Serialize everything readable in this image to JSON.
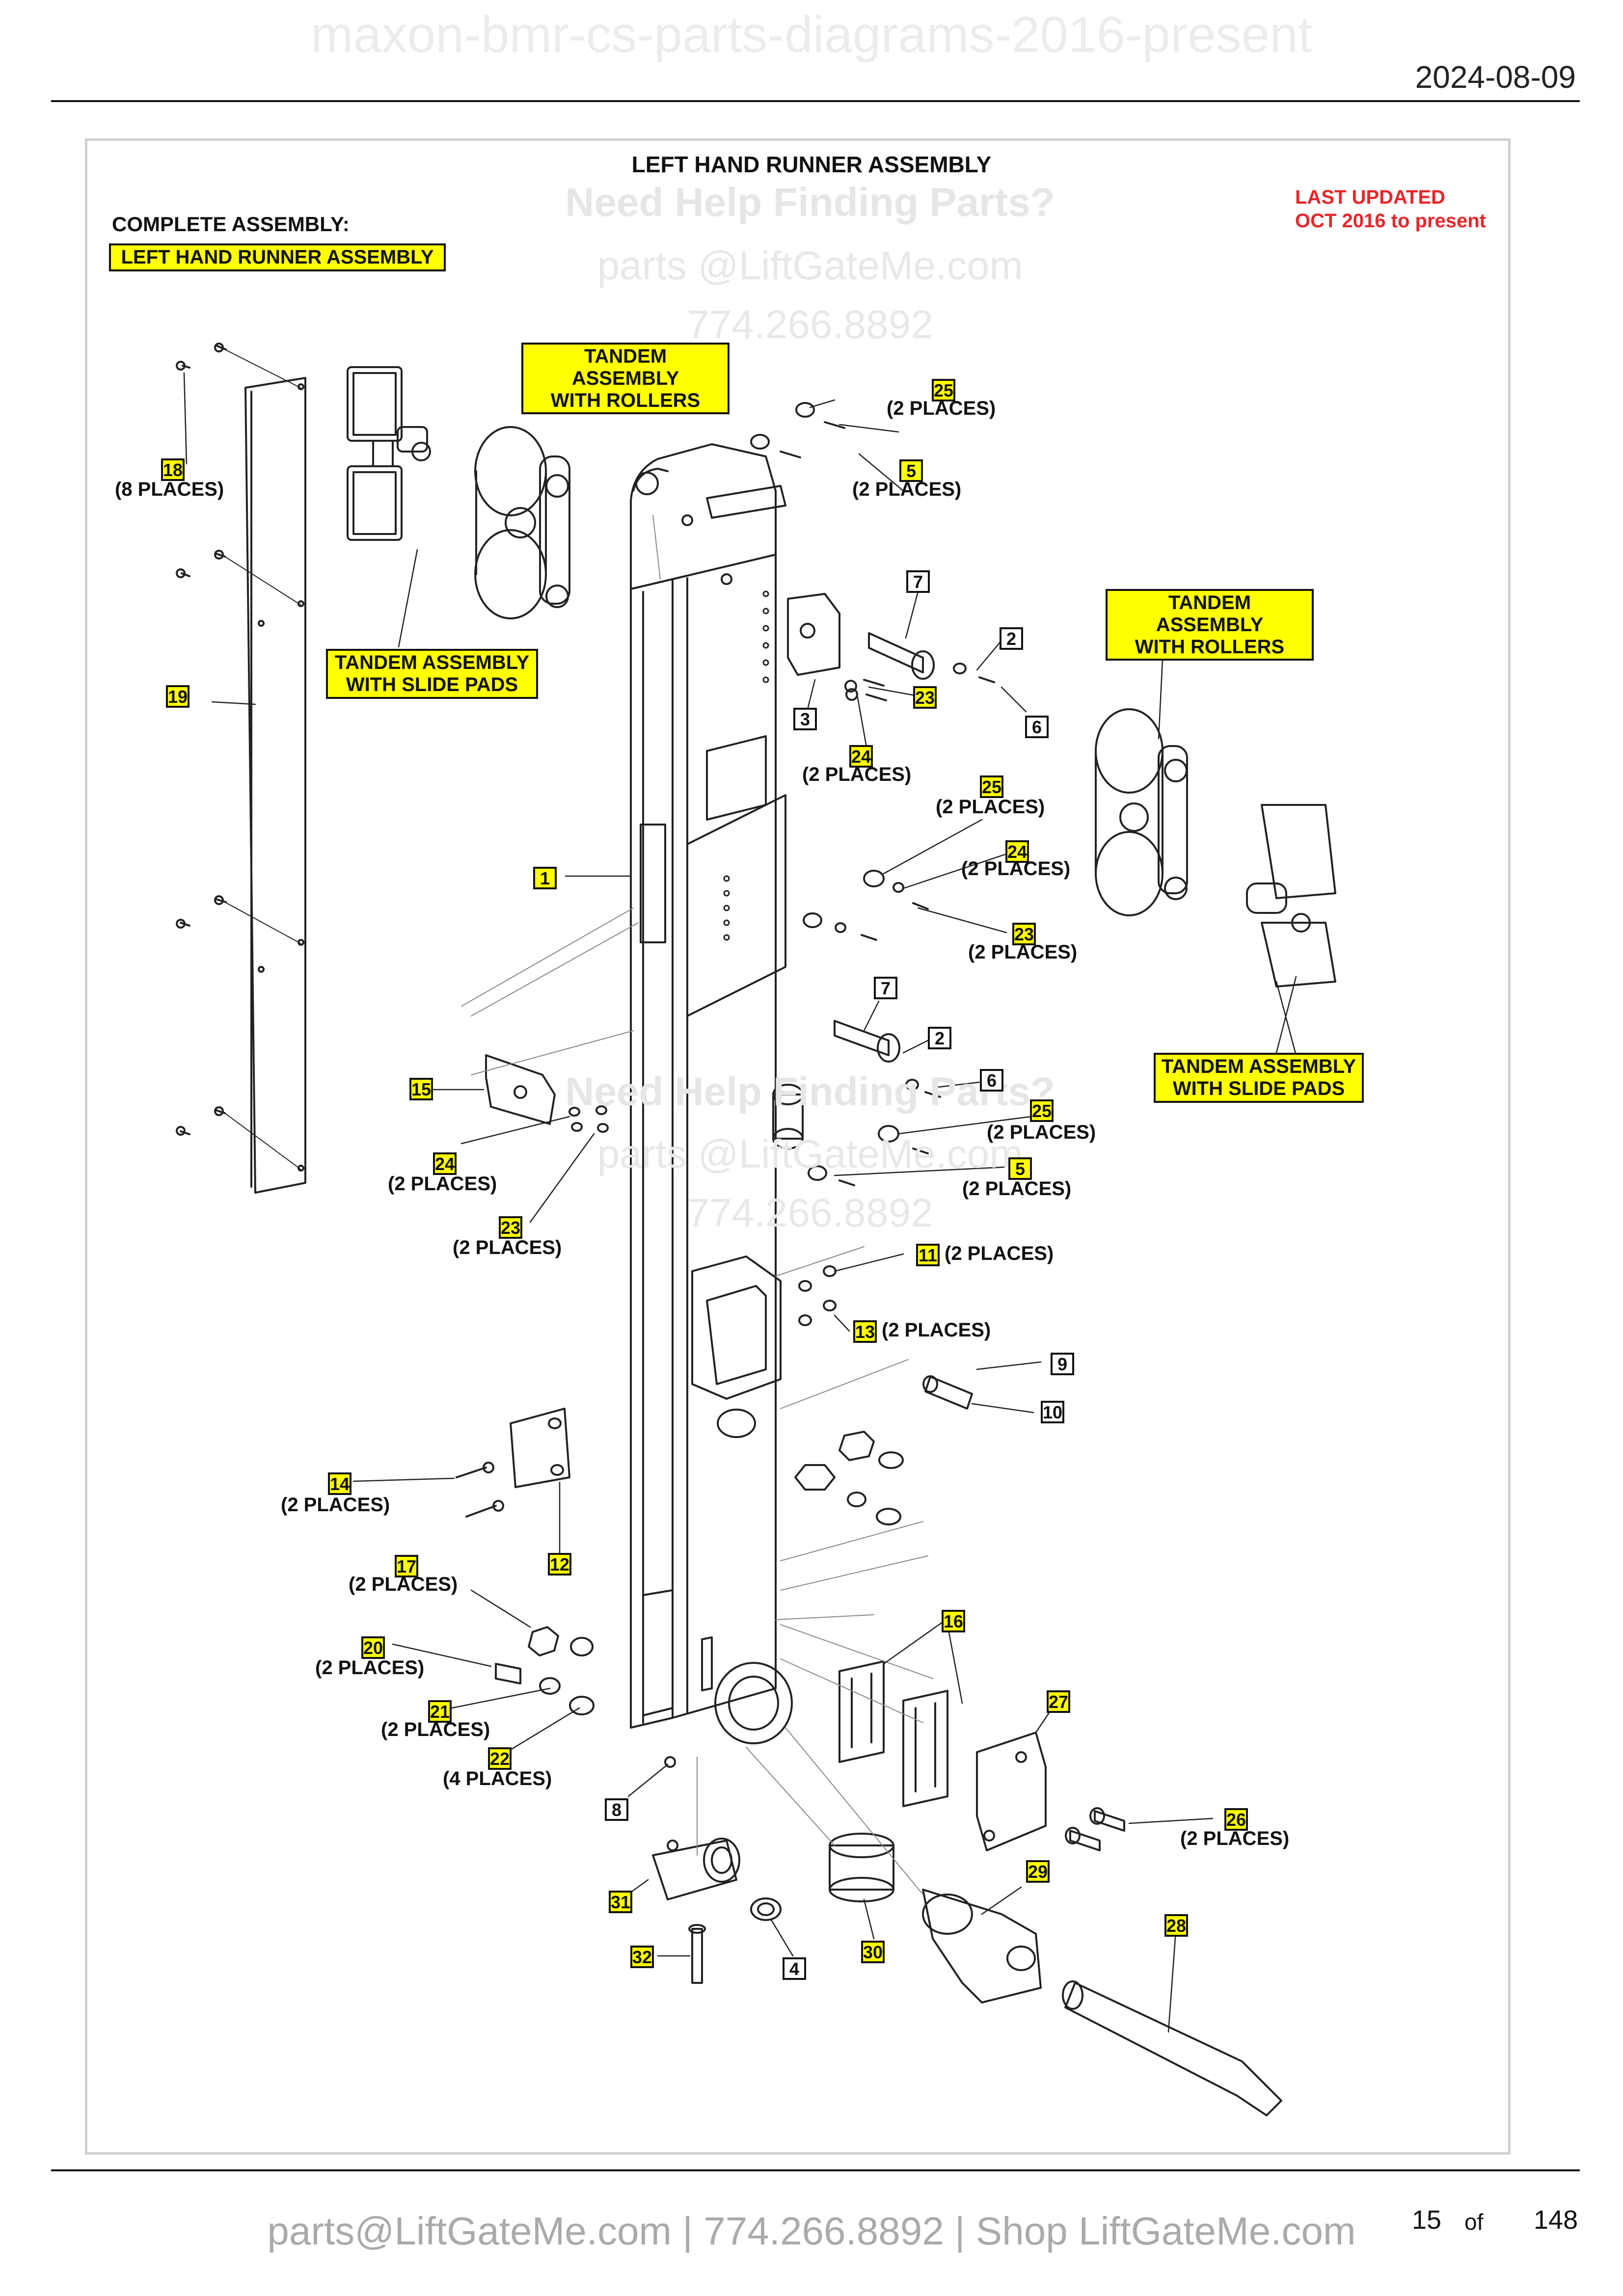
{
  "document": {
    "watermark_title": "maxon-bmr-cs-parts-diagrams-2016-present",
    "date": "2024-08-09",
    "title": "LEFT HAND RUNNER ASSEMBLY",
    "complete_assembly_label": "COMPLETE ASSEMBLY:",
    "complete_assembly_name": "LEFT HAND RUNNER ASSEMBLY",
    "last_updated_line1": "LAST UPDATED",
    "last_updated_line2": "OCT 2016 to present"
  },
  "watermarks": {
    "help": "Need Help Finding Parts?",
    "email": "parts @LiftGateMe.com",
    "phone": "774.266.8892"
  },
  "assemblies": {
    "tandem_rollers_line1": "TANDEM ASSEMBLY",
    "tandem_rollers_line2": "WITH ROLLERS",
    "tandem_slide_line1": "TANDEM ASSEMBLY",
    "tandem_slide_line2": "WITH SLIDE PADS"
  },
  "callouts": {
    "c1": "1",
    "c2a": "2",
    "c2b": "2",
    "c3": "3",
    "c4": "4",
    "c5a": "5",
    "c5b": "5",
    "c6a": "6",
    "c6b": "6",
    "c7a": "7",
    "c7b": "7",
    "c8": "8",
    "c9": "9",
    "c10": "10",
    "c11": "11",
    "c12": "12",
    "c13": "13",
    "c14": "14",
    "c15": "15",
    "c16": "16",
    "c17": "17",
    "c18": "18",
    "c19": "19",
    "c20": "20",
    "c21": "21",
    "c22": "22",
    "c23a": "23",
    "c23b": "23",
    "c23c": "23",
    "c24a": "24",
    "c24b": "24",
    "c24c": "24",
    "c25a": "25",
    "c25b": "25",
    "c25c": "25",
    "c26": "26",
    "c27": "27",
    "c28": "28",
    "c29": "29",
    "c30": "30",
    "c31": "31",
    "c32": "32"
  },
  "places": {
    "p2": "(2 PLACES)",
    "p4": "(4 PLACES)",
    "p8": "(8 PLACES)"
  },
  "footer": {
    "contact": "parts@LiftGateMe.com | 774.266.8892 | Shop LiftGateMe.com",
    "page_current": "15",
    "page_of": "of",
    "page_total": "148"
  }
}
